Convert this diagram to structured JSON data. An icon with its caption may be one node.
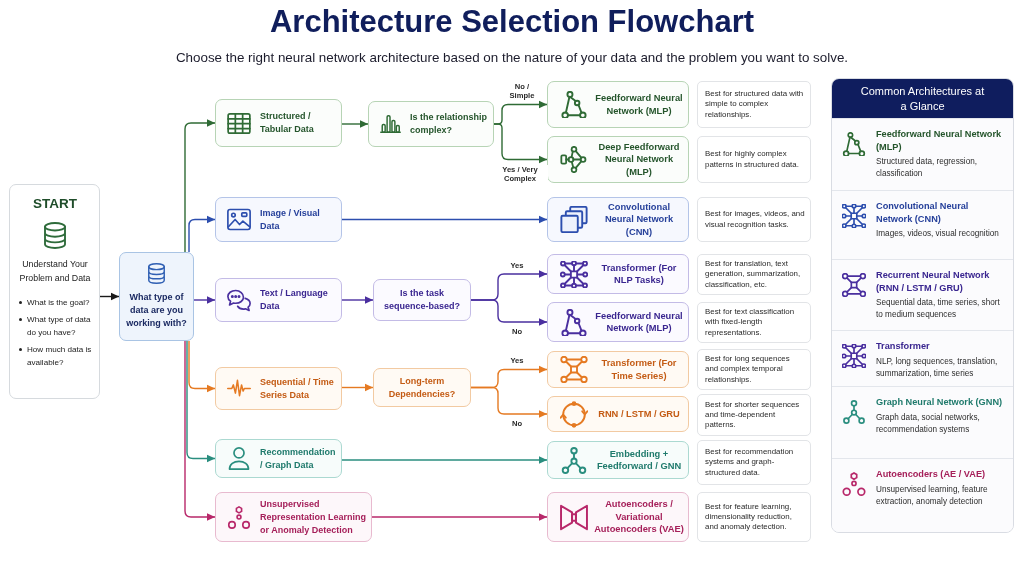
{
  "diagram": {
    "title": "Architecture Selection Flowchart",
    "nodes": [
      {
        "text": [
          "START",
          "Understand Your Problem and Data",
          "What is the goal?",
          "What type of data do you have?",
          "How much data is available?"
        ]
      },
      {
        "text": [
          "What type of data are you working with?"
        ]
      },
      {
        "text": [
          "Structured / Tabular Data"
        ]
      },
      {
        "text": [
          "Is the relationship complex?"
        ]
      },
      {
        "text": [
          "Feedforward Neural Network (MLP)"
        ]
      },
      {
        "text": [
          "Best for structured data with simple to complex relationships."
        ]
      },
      {
        "text": [
          "Deep Feedforward Neural Network (MLP)"
        ]
      },
      {
        "text": [
          "Best for highly complex patterns in structured data."
        ]
      },
      {
        "text": [
          "Image / Visual Data"
        ]
      },
      {
        "text": [
          "Convolutional Neural Network (CNN)"
        ]
      },
      {
        "text": [
          "Best for images, videos, and visual recognition tasks."
        ]
      },
      {
        "text": [
          "Text / Language Data"
        ]
      },
      {
        "text": [
          "Is the task sequence-based?"
        ]
      },
      {
        "text": [
          "Transformer (For NLP Tasks)"
        ]
      },
      {
        "text": [
          "Best for translation, text generation, summarization, classification, etc."
        ]
      },
      {
        "text": [
          "Feedforward Neural Network (MLP)"
        ]
      },
      {
        "text": [
          "Best for text classification with fixed-length representations."
        ]
      },
      {
        "text": [
          "Sequential / Time Series Data"
        ]
      },
      {
        "text": [
          "Long-term Dependencies?"
        ]
      },
      {
        "text": [
          "Transformer (For Time Series)"
        ]
      },
      {
        "text": [
          "Best for long sequences and complex temporal relationships."
        ]
      },
      {
        "text": [
          "RNN / LSTM / GRU"
        ]
      },
      {
        "text": [
          "Best for shorter sequences and time-dependent patterns."
        ]
      },
      {
        "text": [
          "Recommendation / Graph Data"
        ]
      },
      {
        "text": [
          "Embedding + Feedforward / GNN"
        ]
      },
      {
        "text": [
          "Best for recommendation systems and graph-structured data."
        ]
      },
      {
        "text": [
          "Unsupervised Representation Learning or Anomaly Detection"
        ]
      },
      {
        "text": [
          "Autoencoders / Variational Autoencoders (VAE)"
        ]
      },
      {
        "text": [
          "Best for feature learning, dimensionality reduction, and anomaly detection."
        ]
      },
      {
        "text": [
          "Common Architectures at a Glance"
        ]
      },
      {
        "text": [
          "Feedforward Neural Network (MLP)",
          "Structured data, regression, classification"
        ],
        "in": 29
      },
      {
        "text": [
          "Convolutional Neural Network (CNN)",
          "Images, videos, visual recognition"
        ],
        "in": 29
      },
      {
        "text": [
          "Recurrent Neural Network (RNN / LSTM / GRU)",
          "Sequential data, time series, short to medium sequences"
        ],
        "in": 29
      },
      {
        "text": [
          "Transformer",
          "NLP, long sequences, translation, summarization, time series"
        ],
        "in": 29
      },
      {
        "text": [
          "Graph Neural Network (GNN)",
          "Graph data, social networks, recommendation systems"
        ],
        "in": 29
      },
      {
        "text": [
          "Autoencoders (AE / VAE)",
          "Unsupervised learning, feature extraction, anomaly detection"
        ],
        "in": 29
      }
    ],
    "edges": [
      {
        "from": 0,
        "to": 1,
        "arrow": "to"
      },
      {
        "from": 1,
        "to": 2,
        "arrow": "to",
        "color": "#2f6b35"
      },
      {
        "from": 1,
        "to": 8,
        "arrow": "to",
        "color": "#2c4eae"
      },
      {
        "from": 1,
        "to": 11,
        "arrow": "to",
        "color": "#4a2f9f"
      },
      {
        "from": 1,
        "to": 17,
        "arrow": "to",
        "color": "#e57a22"
      },
      {
        "from": 1,
        "to": 23,
        "arrow": "to",
        "color": "#2a8e7f"
      },
      {
        "from": 1,
        "to": 26,
        "arrow": "to",
        "color": "#b8286a"
      },
      {
        "from": 2,
        "to": 3,
        "arrow": "to",
        "color": "#2f6b35"
      },
      {
        "from": 3,
        "to": 4,
        "arrow": "to",
        "label": "No / Simple",
        "color": "#2f6b35"
      },
      {
        "from": 3,
        "to": 6,
        "arrow": "to",
        "label": "Yes / Very Complex",
        "color": "#2f6b35"
      },
      {
        "from": 8,
        "to": 9,
        "arrow": "to",
        "color": "#2c4eae"
      },
      {
        "from": 11,
        "to": 12,
        "arrow": "to",
        "color": "#4a2f9f"
      },
      {
        "from": 12,
        "to": 13,
        "arrow": "to",
        "label": "Yes",
        "color": "#4a2f9f"
      },
      {
        "from": 12,
        "to": 15,
        "arrow": "to",
        "label": "No",
        "color": "#4a2f9f"
      },
      {
        "from": 17,
        "to": 18,
        "arrow": "to",
        "color": "#e57a22"
      },
      {
        "from": 18,
        "to": 19,
        "arrow": "to",
        "label": "Yes",
        "color": "#e57a22"
      },
      {
        "from": 18,
        "to": 21,
        "arrow": "to",
        "label": "No",
        "color": "#e57a22"
      },
      {
        "from": 23,
        "to": 24,
        "arrow": "to",
        "color": "#2a8e7f"
      },
      {
        "from": 26,
        "to": 27,
        "arrow": "to",
        "color": "#b8286a"
      }
    ],
    "labels": [
      "Choose the right neural network architecture based on the nature of your data and the problem you want to solve."
    ]
  }
}
